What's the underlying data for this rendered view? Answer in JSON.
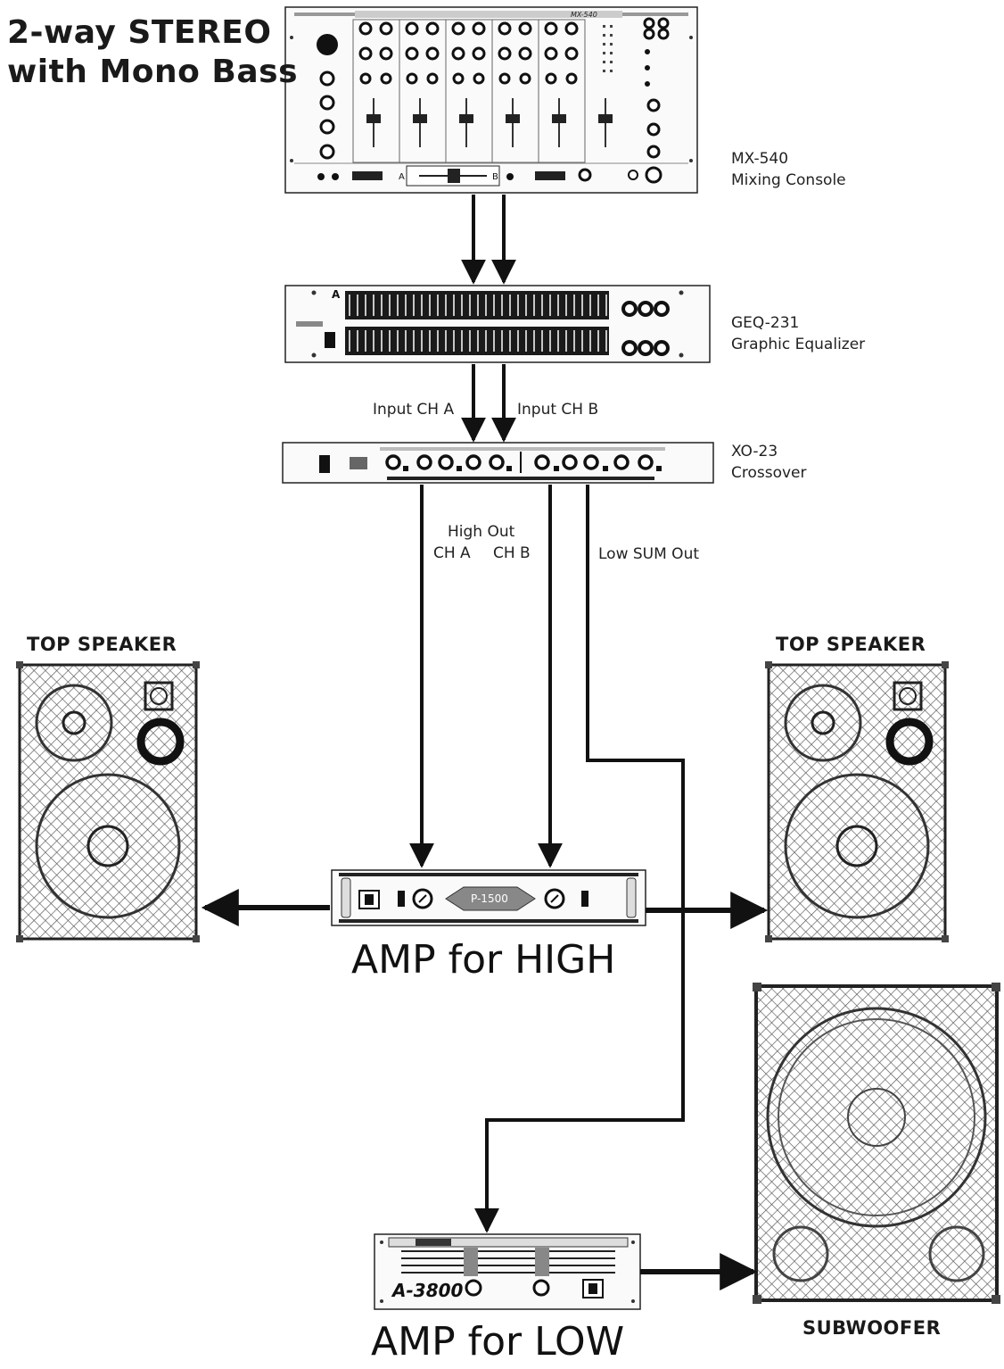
{
  "title": {
    "line1": "2-way STEREO",
    "line2": "with Mono Bass"
  },
  "devices": {
    "mixer": {
      "model": "MX-540",
      "name": "Mixing Console",
      "panel_text": "MX-540"
    },
    "equalizer": {
      "model": "GEQ-231",
      "name": "Graphic Equalizer",
      "channel_a": "A"
    },
    "crossover": {
      "model": "XO-23",
      "name": "Crossover"
    },
    "amp_high": {
      "label": "AMP for HIGH",
      "panel_text": "P-1500"
    },
    "amp_low": {
      "label": "AMP for LOW",
      "panel_text": "A-3800"
    }
  },
  "signals": {
    "input_a": "Input CH A",
    "input_b": "Input CH B",
    "high_out": "High Out",
    "high_ch_a": "CH A",
    "high_ch_b": "CH B",
    "low_sum": "Low SUM Out"
  },
  "speakers": {
    "left": "TOP SPEAKER",
    "right": "TOP SPEAKER",
    "sub": "SUBWOOFER"
  },
  "colors": {
    "ink": "#111111",
    "panel": "#f4f4f4",
    "fader": "#333333"
  }
}
